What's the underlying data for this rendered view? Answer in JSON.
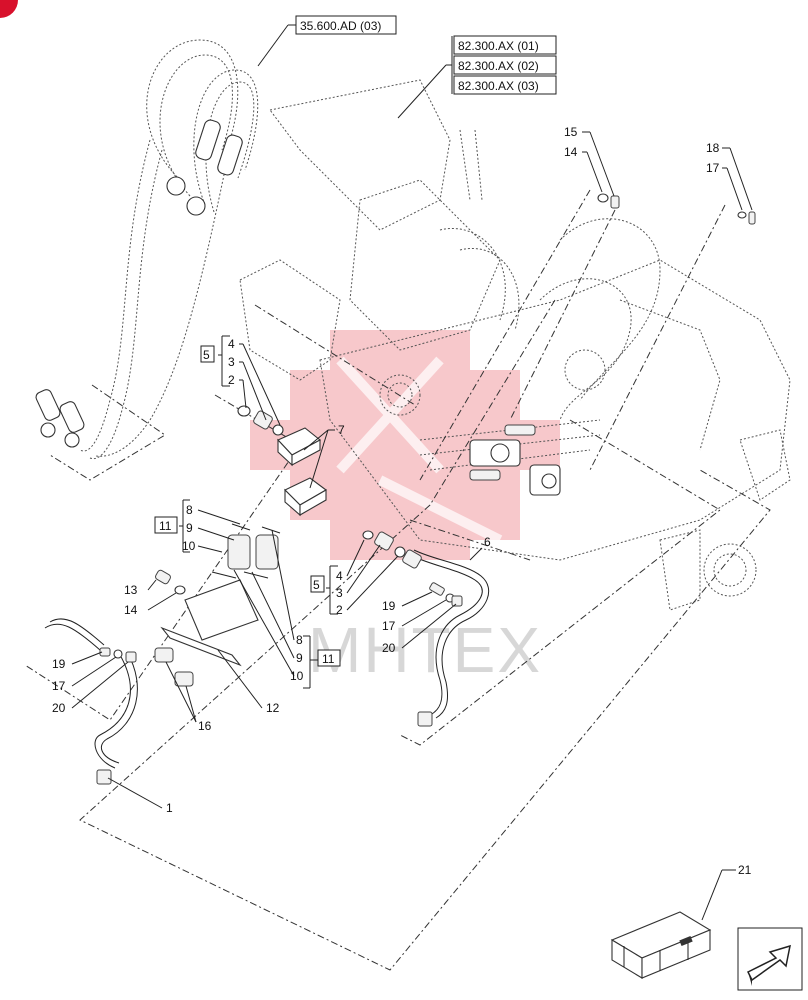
{
  "references": {
    "hoses": "35.600.AD (03)",
    "frame": [
      "82.300.AX (01)",
      "82.300.AX (02)",
      "82.300.AX (03)"
    ]
  },
  "callouts": {
    "c1": "1",
    "c2a": "2",
    "c2b": "2",
    "c3a": "3",
    "c3b": "3",
    "c4a": "4",
    "c4b": "4",
    "c5a": "5",
    "c5b": "5",
    "c6": "6",
    "c7": "7",
    "c8a": "8",
    "c8b": "8",
    "c9a": "9",
    "c9b": "9",
    "c10a": "10",
    "c10b": "10",
    "c11a": "11",
    "c11b": "11",
    "c12": "12",
    "c13": "13",
    "c14a": "14",
    "c14b": "14",
    "c15": "15",
    "c16": "16",
    "c17a": "17",
    "c17b": "17",
    "c17c": "17",
    "c18": "18",
    "c19a": "19",
    "c19b": "19",
    "c20a": "20",
    "c20b": "20",
    "c21": "21"
  },
  "watermark": "MHTEX",
  "colors": {
    "watermark_red": "#e9606b",
    "corner_badge": "#d8112c",
    "line": "#222222"
  },
  "icons": [
    "corner-badge-icon",
    "next-page-arrow-icon",
    "kit-crate-icon"
  ]
}
